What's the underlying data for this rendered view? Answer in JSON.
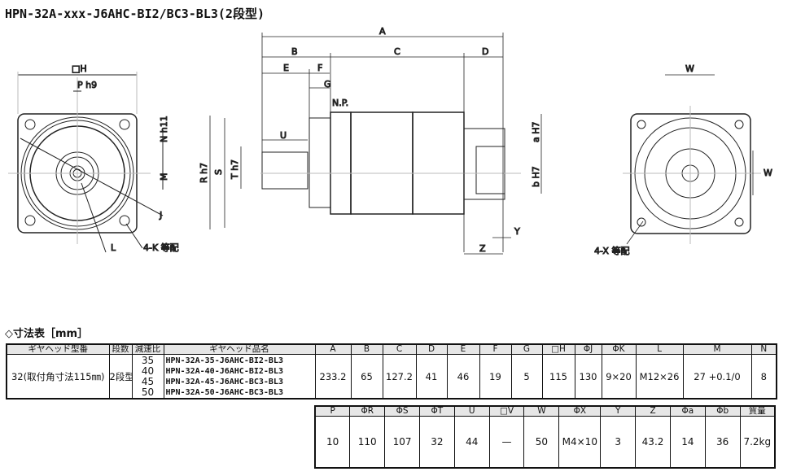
{
  "title": "HPN-32A-xxx-J6AHC-BI2/BC3-BL3(2段型)",
  "drawing_labels": {
    "H": "□H",
    "P": "P h9",
    "N": "N h11",
    "M": "M",
    "J": "J",
    "L": "L",
    "K": "4-K 等配",
    "A": "A",
    "B": "B",
    "C": "C",
    "D": "D",
    "E": "E",
    "F": "F",
    "G": "G",
    "NP": "N.P.",
    "U": "U",
    "R": "R h7",
    "S": "S",
    "T": "T h7",
    "a": "a H7",
    "b": "b H7",
    "Y": "Y",
    "Z": "Z",
    "W1": "W",
    "W2": "W",
    "X": "4-X 等配"
  },
  "table_heading": "◇寸法表［mm］",
  "table1": {
    "headers": [
      "ギヤヘッド型番",
      "段数",
      "減速比",
      "ギヤヘッド品名",
      "A",
      "B",
      "C",
      "D",
      "E",
      "F",
      "G",
      "□H",
      "ΦJ",
      "ΦK",
      "L",
      "M",
      "N"
    ],
    "model": "32(取付角寸法115㎜)",
    "stages": "2段型",
    "ratios": [
      "35",
      "40",
      "45",
      "50"
    ],
    "names": [
      "HPN-32A-35-J6AHC-BI2-BL3",
      "HPN-32A-40-J6AHC-BI2-BL3",
      "HPN-32A-45-J6AHC-BC3-BL3",
      "HPN-32A-50-J6AHC-BC3-BL3"
    ],
    "values": [
      "233.2",
      "65",
      "127.2",
      "41",
      "46",
      "19",
      "5",
      "115",
      "130",
      "9×20",
      "M12×26",
      "27 +0.1/0",
      "8"
    ]
  },
  "table2": {
    "headers": [
      "P",
      "ΦR",
      "ΦS",
      "ΦT",
      "U",
      "□V",
      "W",
      "ΦX",
      "Y",
      "Z",
      "Φa",
      "Φb",
      "質量"
    ],
    "values": [
      "10",
      "110",
      "107",
      "32",
      "44",
      "—",
      "50",
      "M4×10",
      "3",
      "43.2",
      "14",
      "36",
      "7.2kg"
    ]
  }
}
